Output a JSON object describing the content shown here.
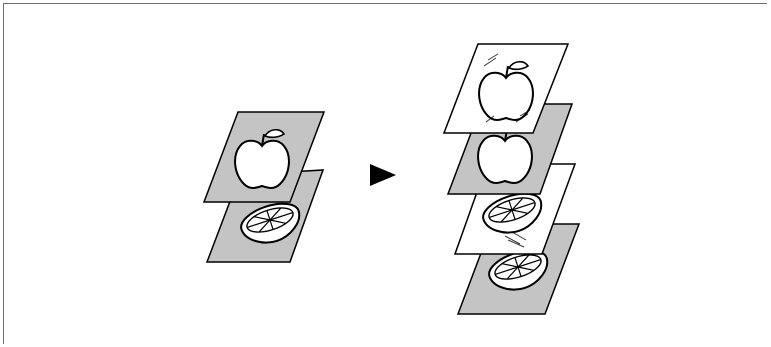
{
  "figure": {
    "kind": "copy-mode-illustration",
    "icons": {
      "arrow": "play-triangle-icon",
      "apple": "apple-icon",
      "orange": "orange-slice-icon"
    },
    "colors": {
      "page_gray": "#c4c4c4",
      "page_white": "#ffffff",
      "stroke": "#000000",
      "frame": "#6e6e6e"
    },
    "input_sheets": [
      {
        "fill": "gray",
        "content": "apple"
      },
      {
        "fill": "gray",
        "content": "orange"
      }
    ],
    "output_sheets": [
      {
        "fill": "white",
        "content": "apple-bleed-through"
      },
      {
        "fill": "gray",
        "content": "apple"
      },
      {
        "fill": "white",
        "content": "orange-bleed-through"
      },
      {
        "fill": "gray",
        "content": "orange"
      }
    ]
  }
}
